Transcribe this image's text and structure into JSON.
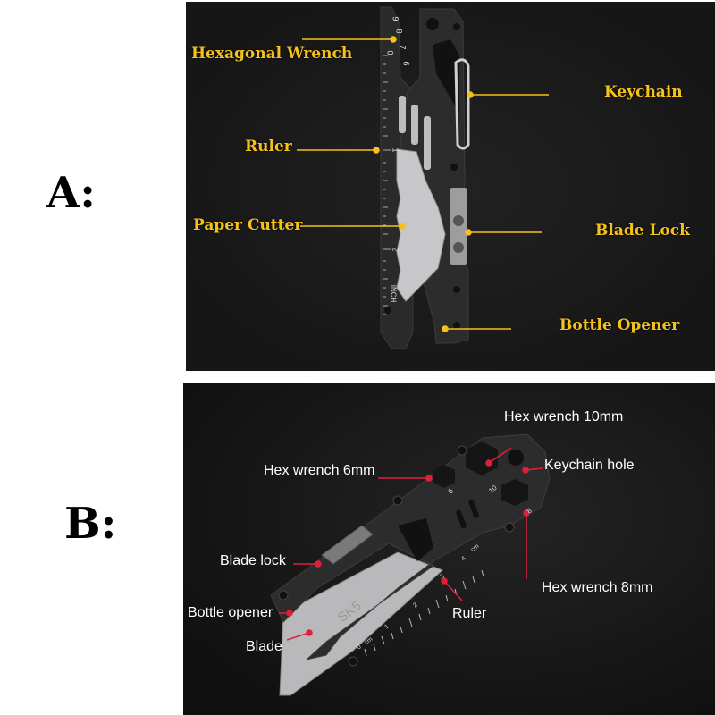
{
  "labels": {
    "a": "A:",
    "b": "B:"
  },
  "panel_a": {
    "callouts": {
      "hexagonal_wrench": "Hexagonal Wrench",
      "keychain": "Keychain",
      "ruler": "Ruler",
      "paper_cutter": "Paper Cutter",
      "blade_lock": "Blade Lock",
      "bottle_opener": "Bottle Opener"
    },
    "ruler_marks": {
      "one": "1",
      "two": "2",
      "unit": "INCH"
    },
    "wrench_marks": [
      "9",
      "8",
      "7",
      "6",
      "0"
    ],
    "callout_color": "#f5c21a"
  },
  "panel_b": {
    "callouts": {
      "hex_10": "Hex wrench 10mm",
      "hex_6": "Hex wrench 6mm",
      "keychain_hole": "Keychain hole",
      "blade_lock": "Blade lock",
      "hex_8": "Hex wrench 8mm",
      "bottle_opener": "Bottle opener",
      "ruler": "Ruler",
      "blade": "Blade"
    },
    "tool_marks": {
      "six": "6",
      "ten": "10",
      "eight": "8",
      "blade_brand": "SK5"
    },
    "ruler_marks": [
      "0",
      "cm",
      "1",
      "2",
      "3",
      "4",
      "cm"
    ],
    "callout_color": "#e0203a"
  }
}
